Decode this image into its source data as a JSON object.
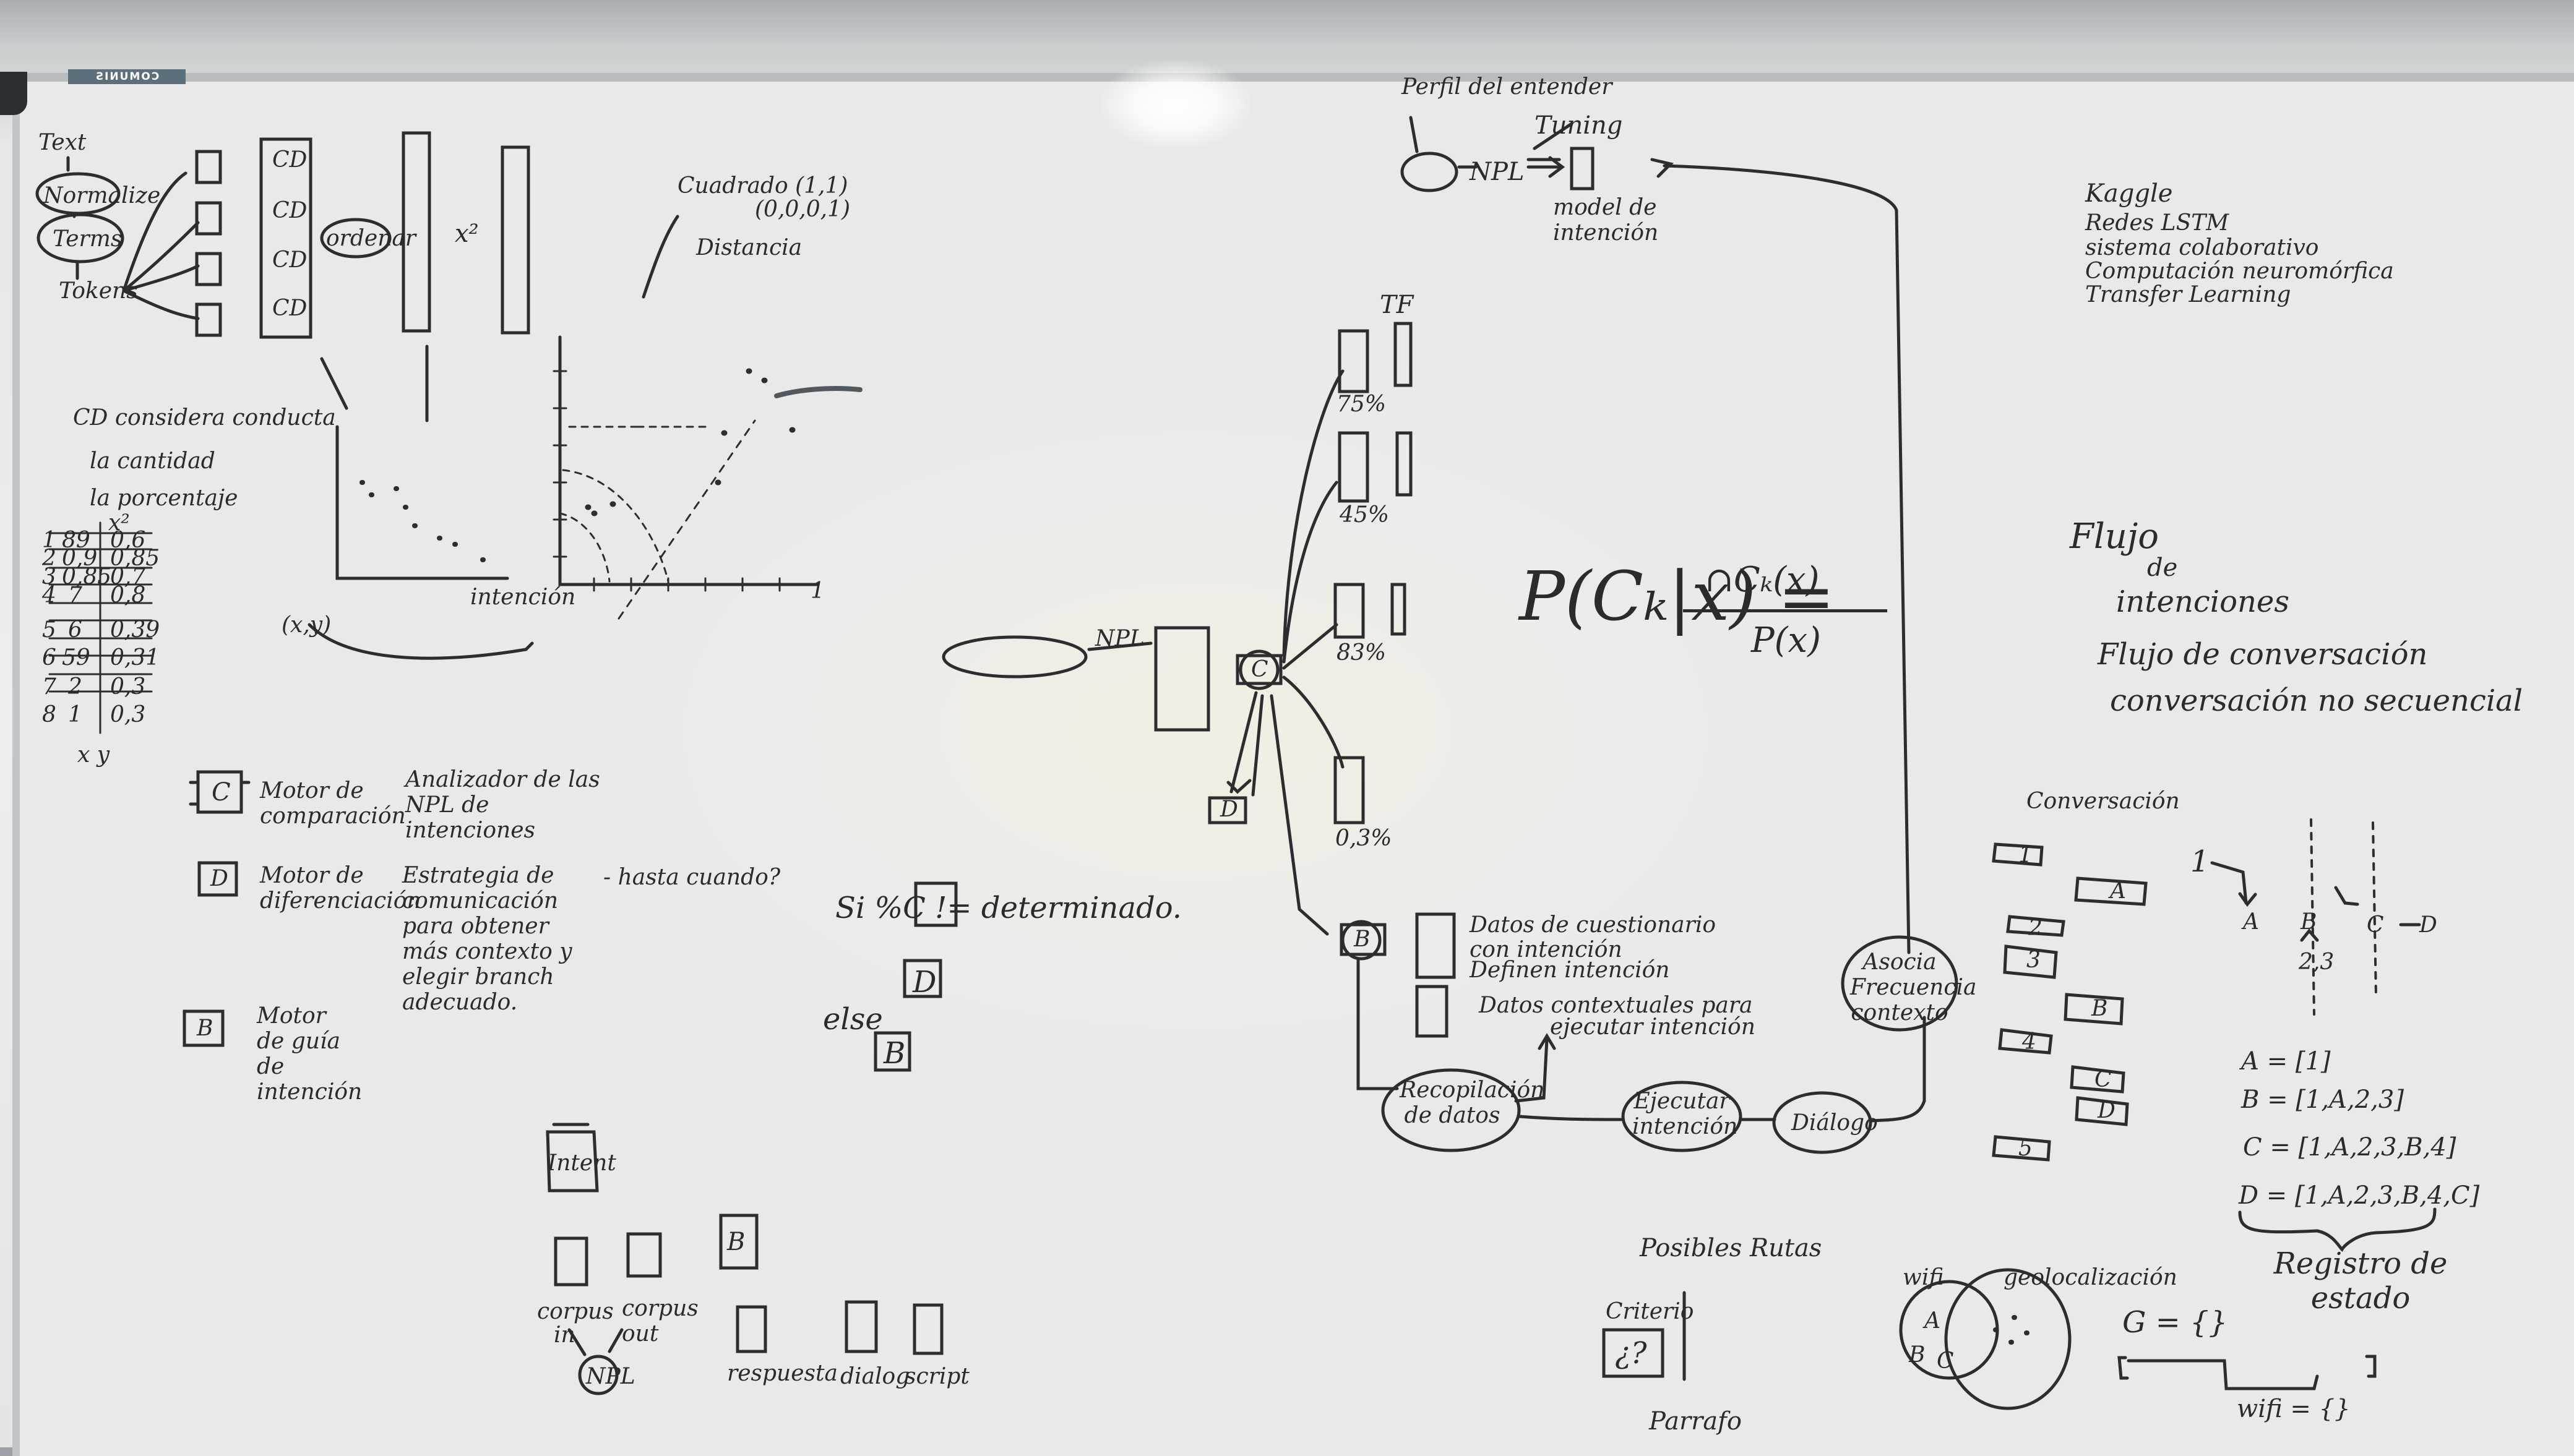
{
  "board": {
    "header": {
      "profile_label": "Perfil del entender",
      "npl": "NPL",
      "tuning": "Tuning",
      "model_label": "model de intención"
    },
    "kaggle": [
      "Kaggle",
      "Redes LSTM",
      "sistema colaborativo",
      "Computación neuromórfica",
      "Transfer Learning"
    ],
    "flow": [
      "Flujo",
      "de",
      "intenciones",
      "Flujo de conversación",
      "conversación no secuencial"
    ],
    "top_left": {
      "text": "Text",
      "normalize": "Normalize",
      "terms": "Terms",
      "tokens": "Tokens",
      "cd": "CD",
      "ordenar": "ordenar",
      "chi": "x²",
      "cuadrado": "Cuadrado (1,1)",
      "origin": "(0,0,0,1)",
      "distance": "Distancia"
    },
    "cd_notes": [
      "CD considera conducta",
      "la cantidad",
      "la porcentaje"
    ],
    "table": {
      "header": [
        "",
        "x²"
      ],
      "rows": [
        [
          "1",
          "89",
          "0,6"
        ],
        [
          "2",
          "0,9",
          "0,85"
        ],
        [
          "3",
          "0,85",
          "0,7"
        ],
        [
          "4",
          "7",
          "0,8"
        ],
        [
          "5",
          "6",
          "0,39"
        ],
        [
          "6",
          "59",
          "0,31"
        ],
        [
          "7",
          "2",
          "0,3"
        ],
        [
          "8",
          "1",
          "0,3"
        ]
      ],
      "footer": "x   y"
    },
    "axis_labels": {
      "intencion": "intención",
      "coord": "(x,y)",
      "tick1": "1"
    },
    "motors": [
      {
        "letter": "C",
        "label": "Motor de comparación",
        "desc": "Analizador de las NPL de intenciones"
      },
      {
        "letter": "D",
        "label": "Motor de diferenciación",
        "desc": "Estrategia de comunicación para obtener más contexto y elegir branch adecuado."
      },
      {
        "letter": "B",
        "label": "Motor de guía de intención"
      }
    ],
    "motor_d_extra": "- hasta cuando?",
    "pseudo": {
      "if_line": "Si %C != determinado.",
      "else": "else",
      "d": "D",
      "b": "B"
    },
    "center": {
      "tf": "TF",
      "percents": [
        "75%",
        "45%",
        "83%",
        "0,3%"
      ],
      "npl": "NPL",
      "c": "C",
      "d_small": "D",
      "b": "B",
      "datos_a": [
        "Datos de cuestionario",
        "con intención",
        "Definen intención"
      ],
      "datos_b": [
        "Datos contextuales para",
        "ejecutar intención"
      ]
    },
    "formula": {
      "lhs": "P(Cₖ|x) =",
      "numerator": "∩Cₖ(x)",
      "denominator": "P(x)"
    },
    "loop": {
      "recopilacion": "Recopilación de datos",
      "ejecutar": "Ejecutar intención",
      "dialogo": "Diálogo",
      "asocia": "Asocia Frecuencia contexto"
    },
    "right": {
      "conversacion": "Conversación",
      "cards": [
        "1",
        "A",
        "2",
        "3",
        "B",
        "4",
        "C",
        "D",
        "5"
      ],
      "seq": [
        "1",
        "A",
        "B",
        "2,3",
        "C",
        "D"
      ],
      "sets": [
        "A = [1]",
        "B = [1,A,2,3]",
        "C = [1,A,2,3,B,4]",
        "D = [1,A,2,3,B,4,C]"
      ],
      "registro": "Registro de estado"
    },
    "bottom_left": {
      "intent": "Intent",
      "corpus": "corpus",
      "corpus_in": "in",
      "corpus_out": "corpus out",
      "npl": "NPL",
      "b": "B",
      "cards": [
        "respuesta",
        "dialog",
        "script"
      ]
    },
    "posibles": {
      "title": "Posibles Rutas",
      "criterio": "Criterio",
      "mark": "¿?",
      "parrafo": "Parrafo"
    },
    "venn": {
      "left": "wifi",
      "right": "geolocalización",
      "letters": [
        "A",
        "B",
        "C"
      ]
    },
    "sets_bottom": {
      "g": "G = {}",
      "wifi": "wifi = {}"
    }
  }
}
